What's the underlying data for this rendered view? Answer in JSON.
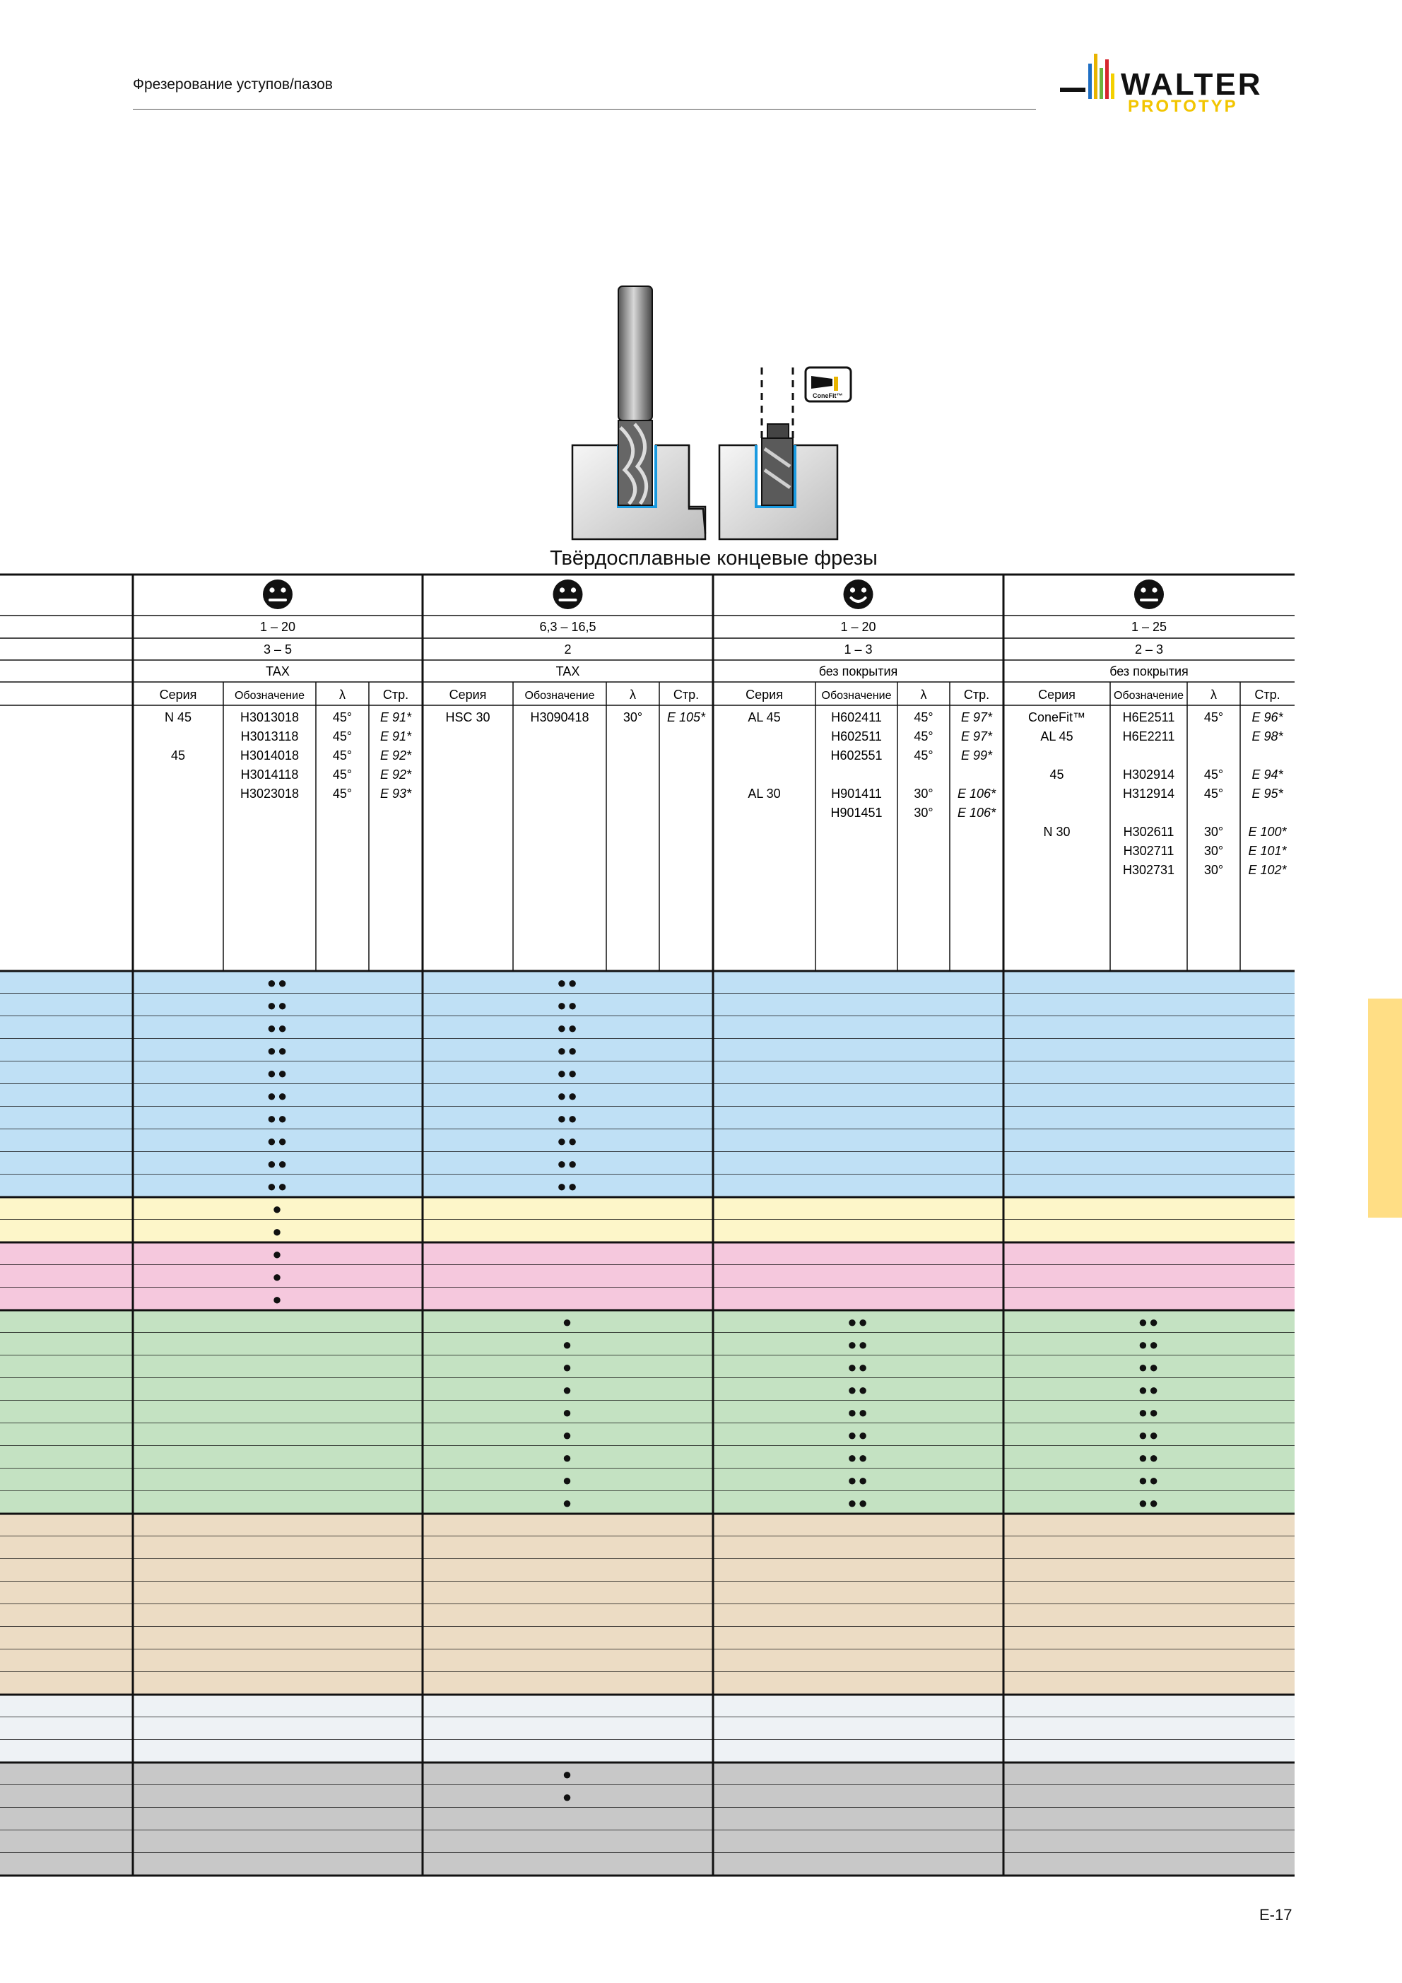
{
  "header": {
    "title": "Фрезерование уступов/пазов",
    "logo_top": "WALTER",
    "logo_bottom": "PROTOTYP"
  },
  "illustration": {
    "badge": "ConeFit™"
  },
  "table": {
    "title": "Твёрдосплавные концевые фрезы",
    "columns": [
      {
        "icon": "neutral-face-icon",
        "range1": "1 – 20",
        "range2": "3 – 5",
        "coating": "TAX",
        "subheaders": [
          "Серия",
          "Обозначение",
          "λ",
          "Стр."
        ],
        "rows": [
          [
            "N 45",
            "H3013018",
            "45°",
            "E 91*"
          ],
          [
            "",
            "H3013118",
            "45°",
            "E 91*"
          ],
          [
            "45",
            "H3014018",
            "45°",
            "E 92*"
          ],
          [
            "",
            "H3014118",
            "45°",
            "E 92*"
          ],
          [
            "",
            "H3023018",
            "45°",
            "E 93*"
          ]
        ]
      },
      {
        "icon": "neutral-face-icon",
        "range1": "6,3 – 16,5",
        "range2": "2",
        "coating": "TAX",
        "subheaders": [
          "Серия",
          "Обозначение",
          "λ",
          "Стр."
        ],
        "rows": [
          [
            "HSC 30",
            "H3090418",
            "30°",
            "E 105*"
          ]
        ]
      },
      {
        "icon": "smiley-face-icon",
        "range1": "1 – 20",
        "range2": "1 – 3",
        "coating": "без покрытия",
        "subheaders": [
          "Серия",
          "Обозначение",
          "λ",
          "Стр."
        ],
        "rows": [
          [
            "AL 45",
            "H602411",
            "45°",
            "E 97*"
          ],
          [
            "",
            "H602511",
            "45°",
            "E 97*"
          ],
          [
            "",
            "H602551",
            "45°",
            "E 99*"
          ],
          [
            "AL 30",
            "H901411",
            "30°",
            "E 106*"
          ],
          [
            "",
            "H901451",
            "30°",
            "E 106*"
          ]
        ]
      },
      {
        "icon": "neutral-face-icon",
        "range1": "1 – 25",
        "range2": "2 – 3",
        "coating": "без покрытия",
        "subheaders": [
          "Серия",
          "Обозначение",
          "λ",
          "Стр."
        ],
        "rows": [
          [
            "ConeFit™",
            "H6E2511",
            "45°",
            "E 96*"
          ],
          [
            "AL 45",
            "H6E2211",
            "",
            "E 98*"
          ],
          [
            "45",
            "H302914",
            "45°",
            "E 94*"
          ],
          [
            "",
            "H312914",
            "45°",
            "E 95*"
          ],
          [
            "N 30",
            "H302611",
            "30°",
            "E 100*"
          ],
          [
            "",
            "H302711",
            "30°",
            "E 101*"
          ],
          [
            "",
            "H302731",
            "30°",
            "E 102*"
          ]
        ]
      }
    ],
    "material_groups": [
      {
        "color": "#bfe0f5",
        "marks": [
          [
            "●●",
            "●●",
            "",
            ""
          ],
          [
            "●●",
            "●●",
            "",
            ""
          ],
          [
            "●●",
            "●●",
            "",
            ""
          ],
          [
            "●●",
            "●●",
            "",
            ""
          ],
          [
            "●●",
            "●●",
            "",
            ""
          ],
          [
            "●●",
            "●●",
            "",
            ""
          ],
          [
            "●●",
            "●●",
            "",
            ""
          ],
          [
            "●●",
            "●●",
            "",
            ""
          ],
          [
            "●●",
            "●●",
            "",
            ""
          ],
          [
            "●●",
            "●●",
            "",
            ""
          ]
        ]
      },
      {
        "color": "#fdf6c9",
        "marks": [
          [
            "●",
            "",
            "",
            ""
          ],
          [
            "●",
            "",
            "",
            ""
          ]
        ]
      },
      {
        "color": "#f5c8dd",
        "marks": [
          [
            "●",
            "",
            "",
            ""
          ],
          [
            "●",
            "",
            "",
            ""
          ],
          [
            "●",
            "",
            "",
            ""
          ]
        ]
      },
      {
        "color": "#c4e2c2",
        "marks": [
          [
            "",
            "●",
            "●●",
            "●●"
          ],
          [
            "",
            "●",
            "●●",
            "●●"
          ],
          [
            "",
            "●",
            "●●",
            "●●"
          ],
          [
            "",
            "●",
            "●●",
            "●●"
          ],
          [
            "",
            "●",
            "●●",
            "●●"
          ],
          [
            "",
            "●",
            "●●",
            "●●"
          ],
          [
            "",
            "●",
            "●●",
            "●●"
          ],
          [
            "",
            "●",
            "●●",
            "●●"
          ],
          [
            "",
            "●",
            "●●",
            "●●"
          ]
        ]
      },
      {
        "color": "#ecdcc4",
        "marks": [
          [
            "",
            "",
            "",
            ""
          ],
          [
            "",
            "",
            "",
            ""
          ],
          [
            "",
            "",
            "",
            ""
          ],
          [
            "",
            "",
            "",
            ""
          ],
          [
            "",
            "",
            "",
            ""
          ],
          [
            "",
            "",
            "",
            ""
          ],
          [
            "",
            "",
            "",
            ""
          ],
          [
            "",
            "",
            "",
            ""
          ]
        ]
      },
      {
        "color": "#eef2f5",
        "marks": [
          [
            "",
            "",
            "",
            ""
          ],
          [
            "",
            "",
            "",
            ""
          ],
          [
            "",
            "",
            "",
            ""
          ]
        ]
      },
      {
        "color": "#c8c8c8",
        "marks": [
          [
            "",
            "●",
            "",
            ""
          ],
          [
            "",
            "●",
            "",
            ""
          ],
          [
            "",
            "",
            "",
            ""
          ],
          [
            "",
            "",
            "",
            ""
          ],
          [
            "",
            "",
            "",
            ""
          ]
        ]
      }
    ]
  },
  "page_number": "E-17"
}
